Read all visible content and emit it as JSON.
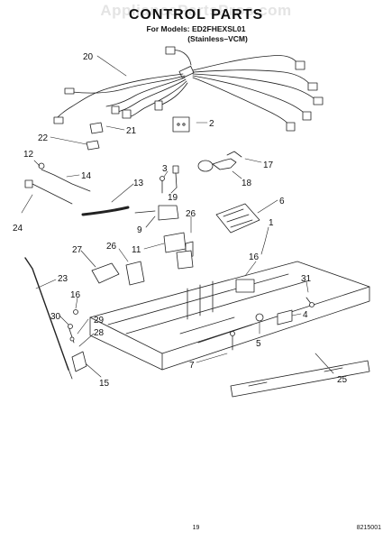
{
  "watermark": "AppliancePartsPros.com",
  "header": {
    "title": "CONTROL PARTS",
    "models_line": "For Models: ED2FHEXSL01",
    "variant_line": "(Stainless–VCM)"
  },
  "callouts": [
    "20",
    "2",
    "21",
    "22",
    "17",
    "12",
    "14",
    "3",
    "13",
    "18",
    "19",
    "6",
    "9",
    "26",
    "1",
    "24",
    "27",
    "11",
    "26",
    "16",
    "31",
    "23",
    "16",
    "4",
    "30",
    "29",
    "5",
    "28",
    "7",
    "25",
    "15"
  ],
  "footer": {
    "page_number": "19",
    "document_number": "8215001"
  }
}
